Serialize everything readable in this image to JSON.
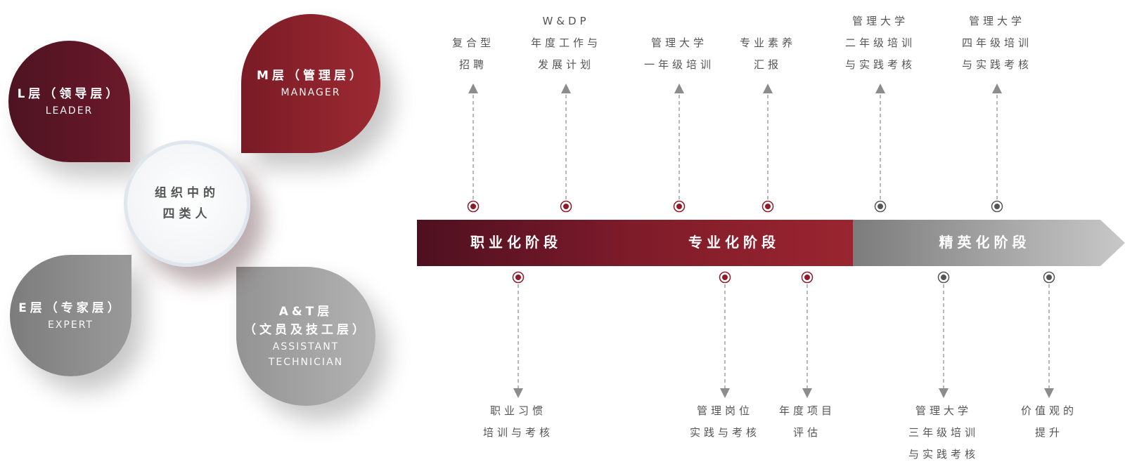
{
  "left": {
    "center": {
      "line1": "组织中的",
      "line2": "四类人"
    },
    "petals": {
      "l": {
        "title": "L层（领导层）",
        "sub": "LEADER",
        "color": "#5f1626"
      },
      "m": {
        "title": "M层（管理层）",
        "sub": "MANAGER",
        "color": "#8c222c"
      },
      "e": {
        "title": "E层（专家层）",
        "sub": "EXPERT",
        "color": "#8a8a8a"
      },
      "at": {
        "title1": "A&T层",
        "title2": "（文员及技工层）",
        "sub1": "ASSISTANT",
        "sub2": "TECHNICIAN",
        "color": "#a5a5a5"
      }
    }
  },
  "stages": [
    {
      "label": "职业化阶段"
    },
    {
      "label": "专业化阶段"
    },
    {
      "label": "精英化阶段"
    }
  ],
  "milestones_top": [
    {
      "lines": [
        "复合型",
        "招聘"
      ],
      "stage": 1
    },
    {
      "lines": [
        "W&DP",
        "年度工作与",
        "发展计划"
      ],
      "stage": 1
    },
    {
      "lines": [
        "管理大学",
        "一年级培训"
      ],
      "stage": 2
    },
    {
      "lines": [
        "专业素养",
        "汇报"
      ],
      "stage": 2
    },
    {
      "lines": [
        "管理大学",
        "二年级培训",
        "与实践考核"
      ],
      "stage": 3
    },
    {
      "lines": [
        "管理大学",
        "四年级培训",
        "与实践考核"
      ],
      "stage": 3
    }
  ],
  "milestones_bottom": [
    {
      "lines": [
        "职业习惯",
        "培训与考核"
      ],
      "stage": 1
    },
    {
      "lines": [
        "管理岗位",
        "实践与考核"
      ],
      "stage": 2
    },
    {
      "lines": [
        "年度项目",
        "评估"
      ],
      "stage": 2
    },
    {
      "lines": [
        "管理大学",
        "三年级培训",
        "与实践考核"
      ],
      "stage": 3
    },
    {
      "lines": [
        "价值观的",
        "提升"
      ],
      "stage": 3
    }
  ],
  "colors": {
    "stage1": "#6a1525",
    "stage2": "#8f2030",
    "stage3": "#555555",
    "dot_red": "#8f1a28",
    "dot_gray": "#555555",
    "line": "#9a9a9a",
    "text": "#555555"
  }
}
